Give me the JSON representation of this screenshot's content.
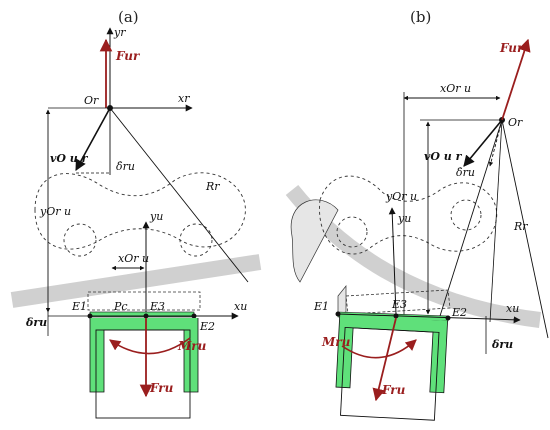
{
  "panels": {
    "a": {
      "panel_label": "(a)",
      "force_top": "Fur",
      "origin": "Or",
      "axis_yr": "yr",
      "axis_xr": "xr",
      "velocity": "vO u r",
      "delta_dot": "δ̇ru",
      "y_offset": "yOr u",
      "radius": "Rr",
      "axis_yu": "yu",
      "x_offset": "xOr u",
      "points": [
        "E1",
        "Pc",
        "E3",
        "E2"
      ],
      "axis_xu": "xu",
      "delta_ru": "δru",
      "moment": "Mru",
      "force_bottom": "Fru"
    },
    "b": {
      "panel_label": "(b)",
      "force_top": "Fur",
      "origin": "Or",
      "x_offset": "xOr u",
      "velocity": "vO u r",
      "delta_dot": "δ̇ru",
      "y_offset": "yOr u",
      "radius": "Rr",
      "axis_yu": "yu",
      "points": [
        "E1",
        "E3",
        "E2"
      ],
      "axis_xu": "xu",
      "delta_ru": "δru",
      "moment": "Mru",
      "force_bottom": "Fru"
    }
  },
  "colors": {
    "green": "#5fe07a",
    "red": "#9a1e1e",
    "gray": "#d0d0d0"
  }
}
